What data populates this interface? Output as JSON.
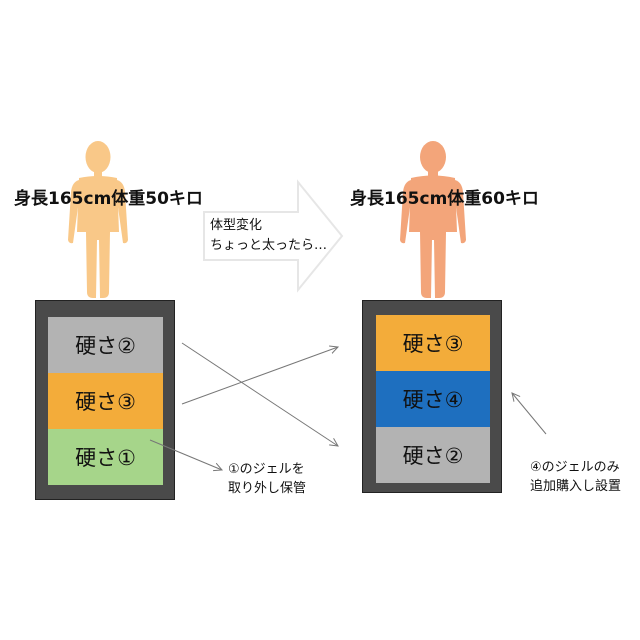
{
  "left": {
    "label": "身長165cm体重50キロ",
    "body_color": "#F9C888",
    "layers": [
      {
        "text": "硬さ②",
        "color": "#B3B3B3"
      },
      {
        "text": "硬さ③",
        "color": "#F3AC3A"
      },
      {
        "text": "硬さ①",
        "color": "#A6D58A"
      }
    ]
  },
  "right": {
    "label": "身長165cm体重60キロ",
    "body_color": "#F3A57A",
    "layers": [
      {
        "text": "硬さ③",
        "color": "#F3AC3A"
      },
      {
        "text": "硬さ④",
        "color": "#1E6FBF"
      },
      {
        "text": "硬さ②",
        "color": "#B3B3B3"
      }
    ]
  },
  "frame_color": "#4A4A4A",
  "transition": {
    "line1": "体型変化",
    "line2": "ちょっと太ったら…"
  },
  "notes": {
    "remove_line1": "①のジェルを",
    "remove_line2": "取り外し保管",
    "add_line1": "④のジェルのみ",
    "add_line2": "追加購入し設置"
  }
}
